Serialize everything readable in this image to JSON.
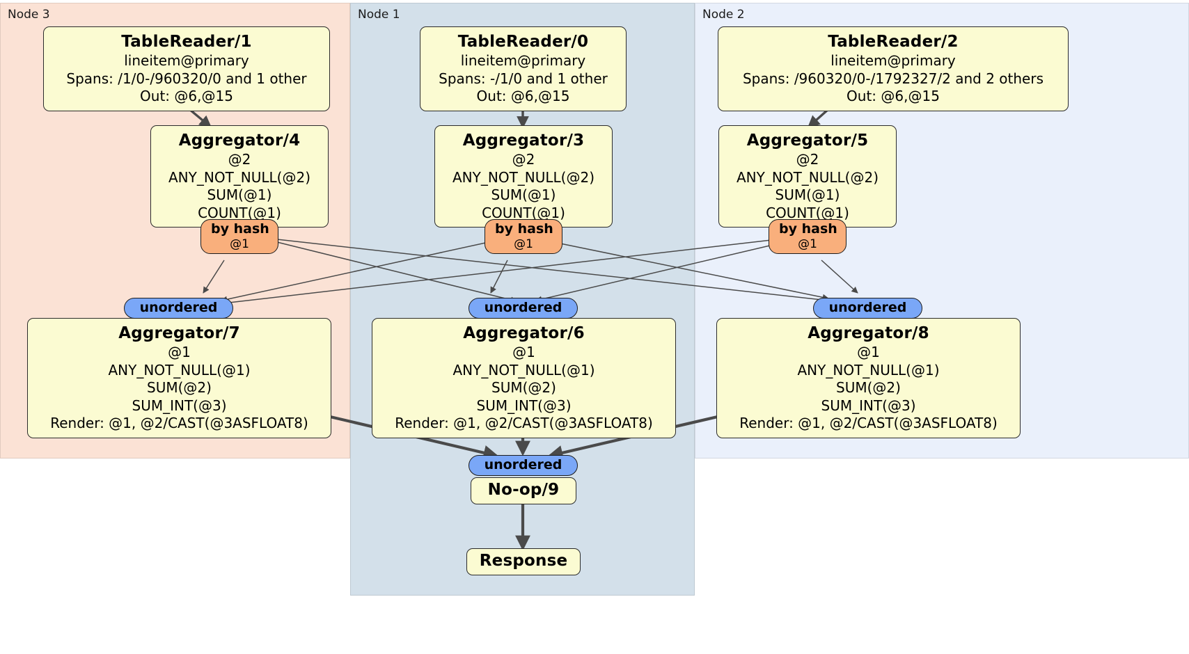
{
  "diagram": {
    "type": "distributed-query-plan",
    "panels": [
      {
        "id": "node3",
        "label": "Node 3",
        "color": "#fbe2d5"
      },
      {
        "id": "node1",
        "label": "Node 1",
        "color": "#d3e0ea"
      },
      {
        "id": "node2",
        "label": "Node 2",
        "color": "#eaf0fb"
      }
    ],
    "colors": {
      "processor_fill": "#fbfbd2",
      "processor_stroke": "#2b2b2b",
      "hash_router_fill": "#f9af7c",
      "unordered_router_fill": "#7aa7f7",
      "edge_stroke": "#4a4a4a"
    },
    "processors": [
      {
        "id": "tablereader-1",
        "title": "TableReader/1",
        "lines": [
          "lineitem@primary",
          "Spans: /1/0-/960320/0 and 1 other",
          "Out: @6,@15"
        ]
      },
      {
        "id": "tablereader-0",
        "title": "TableReader/0",
        "lines": [
          "lineitem@primary",
          "Spans: -/1/0 and 1 other",
          "Out: @6,@15"
        ]
      },
      {
        "id": "tablereader-2",
        "title": "TableReader/2",
        "lines": [
          "lineitem@primary",
          "Spans: /960320/0-/1792327/2 and 2 others",
          "Out: @6,@15"
        ]
      },
      {
        "id": "aggregator-4",
        "title": "Aggregator/4",
        "lines": [
          "@2",
          "ANY_NOT_NULL(@2)",
          "SUM(@1)",
          "COUNT(@1)"
        ]
      },
      {
        "id": "aggregator-3",
        "title": "Aggregator/3",
        "lines": [
          "@2",
          "ANY_NOT_NULL(@2)",
          "SUM(@1)",
          "COUNT(@1)"
        ]
      },
      {
        "id": "aggregator-5",
        "title": "Aggregator/5",
        "lines": [
          "@2",
          "ANY_NOT_NULL(@2)",
          "SUM(@1)",
          "COUNT(@1)"
        ]
      },
      {
        "id": "aggregator-7",
        "title": "Aggregator/7",
        "lines": [
          "@1",
          "ANY_NOT_NULL(@1)",
          "SUM(@2)",
          "SUM_INT(@3)",
          "Render: @1, @2/CAST(@3ASFLOAT8)"
        ]
      },
      {
        "id": "aggregator-6",
        "title": "Aggregator/6",
        "lines": [
          "@1",
          "ANY_NOT_NULL(@1)",
          "SUM(@2)",
          "SUM_INT(@3)",
          "Render: @1, @2/CAST(@3ASFLOAT8)"
        ]
      },
      {
        "id": "aggregator-8",
        "title": "Aggregator/8",
        "lines": [
          "@1",
          "ANY_NOT_NULL(@1)",
          "SUM(@2)",
          "SUM_INT(@3)",
          "Render: @1, @2/CAST(@3ASFLOAT8)"
        ]
      },
      {
        "id": "noop-9",
        "title": "No-op/9",
        "lines": []
      },
      {
        "id": "response",
        "title": "Response",
        "lines": []
      }
    ],
    "routers": [
      {
        "id": "hash-4",
        "label": "by hash",
        "sub": "@1",
        "kind": "hash"
      },
      {
        "id": "hash-3",
        "label": "by hash",
        "sub": "@1",
        "kind": "hash"
      },
      {
        "id": "hash-5",
        "label": "by hash",
        "sub": "@1",
        "kind": "hash"
      },
      {
        "id": "unordered-7",
        "label": "unordered",
        "sub": "",
        "kind": "unordered"
      },
      {
        "id": "unordered-6",
        "label": "unordered",
        "sub": "",
        "kind": "unordered"
      },
      {
        "id": "unordered-8",
        "label": "unordered",
        "sub": "",
        "kind": "unordered"
      },
      {
        "id": "unordered-9",
        "label": "unordered",
        "sub": "",
        "kind": "unordered"
      }
    ]
  }
}
